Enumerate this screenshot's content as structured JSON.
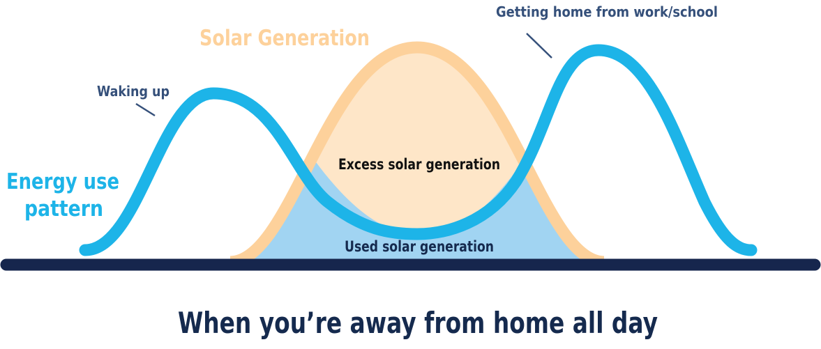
{
  "diagram": {
    "caption": "When you’re away from home all day",
    "labels": {
      "solar_title": "Solar Generation",
      "energy_title_line1": "Energy use",
      "energy_title_line2": "pattern",
      "waking_up": "Waking up",
      "getting_home": "Getting home from work/school",
      "excess": "Excess solar generation",
      "used": "Used solar generation"
    },
    "colors": {
      "energy_curve": "#1db4e8",
      "solar_curve": "#fdd19b",
      "solar_fill": "#fee6c8",
      "used_fill": "#a1d4f2",
      "baseline": "#16264d",
      "annotation": "#35507a",
      "caption": "#152a4e"
    }
  }
}
